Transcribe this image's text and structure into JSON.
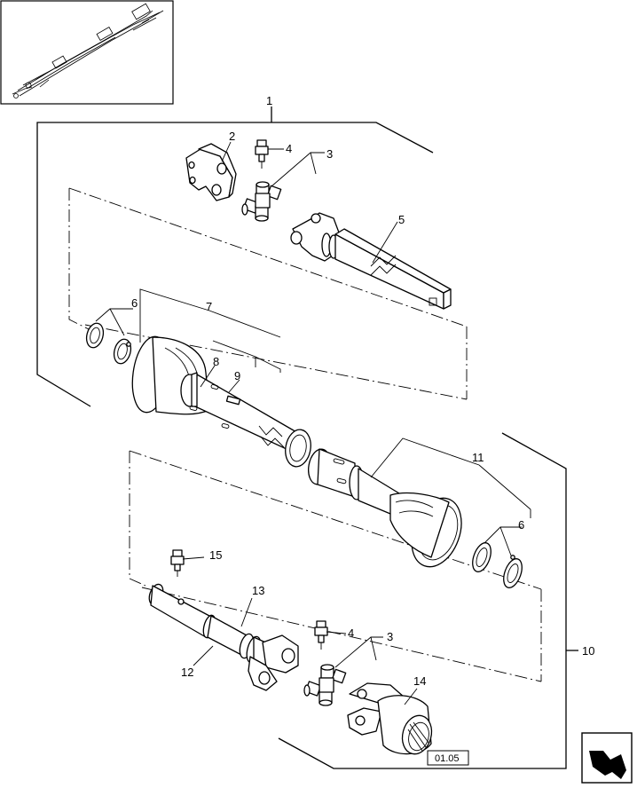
{
  "callouts": {
    "c1": "1",
    "c2": "2",
    "c3a": "3",
    "c4a": "4",
    "c5": "5",
    "c6a": "6",
    "c7": "7",
    "c8": "8",
    "c9": "9",
    "c10": "10",
    "c11": "11",
    "c6b": "6",
    "c12": "12",
    "c13": "13",
    "c4b": "4",
    "c3b": "3",
    "c14": "14",
    "c15": "15"
  },
  "page_reference": "01.05"
}
